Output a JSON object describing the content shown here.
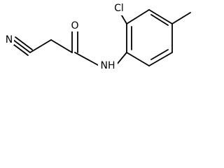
{
  "molecule": {
    "labels": {
      "nitrogen_nitrile": "N",
      "oxygen": "O",
      "amide_nh": "NH",
      "chlorine": "Cl"
    }
  },
  "style": {
    "bond_color": "#000000",
    "background": "#ffffff"
  }
}
